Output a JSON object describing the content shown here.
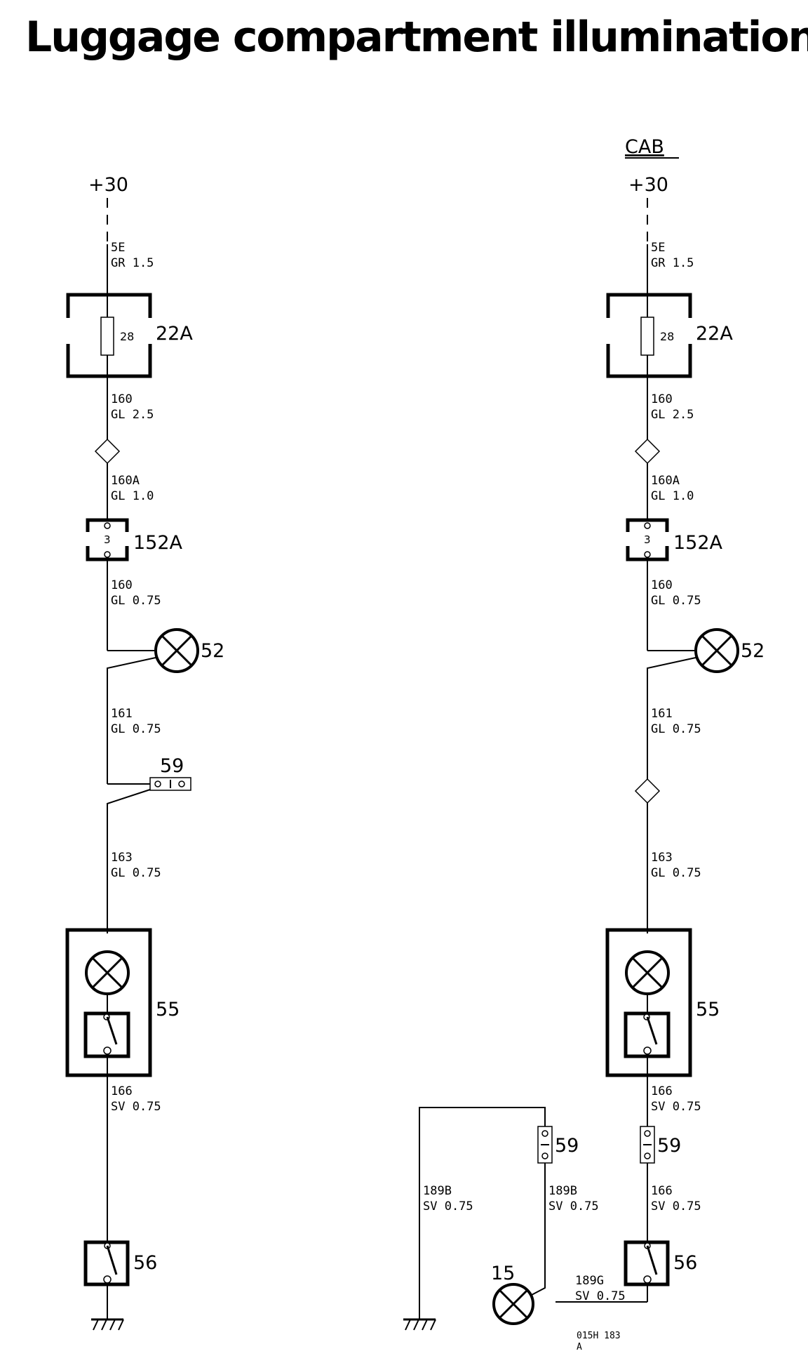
{
  "title": "Luggage compartment illumination",
  "left": {
    "supply": "+30",
    "w_5e_num": "5E",
    "w_5e_spec": "GR 1.5",
    "fuse_pin": "28",
    "fuse_label": "22A",
    "w_160_num": "160",
    "w_160_spec": "GL 2.5",
    "w_160a_num": "160A",
    "w_160a_spec": "GL 1.0",
    "conn152_pin": "3",
    "conn152_label": "152A",
    "w_160b_num": "160",
    "w_160b_spec": "GL 0.75",
    "lamp52": "52",
    "w_161_num": "161",
    "w_161_spec": "GL 0.75",
    "conn59": "59",
    "w_163_num": "163",
    "w_163_spec": "GL 0.75",
    "unit55": "55",
    "w_166_num": "166",
    "w_166_spec": "SV 0.75",
    "switch56": "56"
  },
  "right": {
    "header": "CAB",
    "supply": "+30",
    "w_5e_num": "5E",
    "w_5e_spec": "GR 1.5",
    "fuse_pin": "28",
    "fuse_label": "22A",
    "w_160_num": "160",
    "w_160_spec": "GL 2.5",
    "w_160a_num": "160A",
    "w_160a_spec": "GL 1.0",
    "conn152_pin": "3",
    "conn152_label": "152A",
    "w_160b_num": "160",
    "w_160b_spec": "GL 0.75",
    "lamp52": "52",
    "w_161_num": "161",
    "w_161_spec": "GL 0.75",
    "w_163_num": "163",
    "w_163_spec": "GL 0.75",
    "unit55": "55",
    "w_166_num": "166",
    "w_166_spec": "SV 0.75",
    "conn59a": "59",
    "conn59b": "59",
    "w_166b_num": "166",
    "w_166b_spec": "SV 0.75",
    "w_189b1_num": "189B",
    "w_189b1_spec": "SV 0.75",
    "w_189b2_num": "189B",
    "w_189b2_spec": "SV 0.75",
    "lamp15": "15",
    "w_189g_num": "189G",
    "w_189g_spec": "SV 0.75",
    "switch56": "56",
    "ref_code": "015H 183",
    "ref_rev": "A"
  }
}
